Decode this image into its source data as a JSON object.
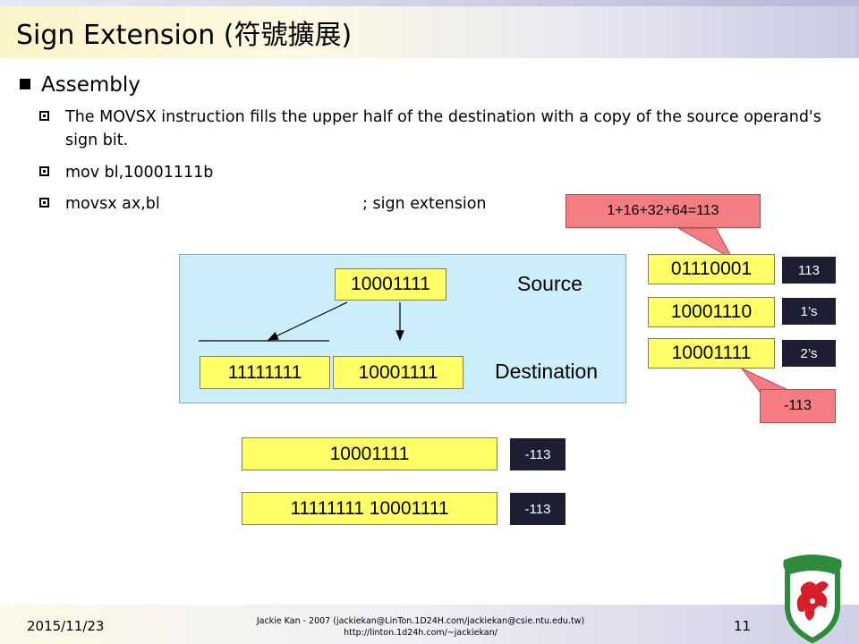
{
  "slide": {
    "title": "Sign Extension (符號擴展)",
    "bullet_main": "Assembly",
    "sub_bullets": [
      "The MOVSX instruction fills the upper half of the destination with a copy of the source operand's sign bit.",
      "mov bl,10001111b",
      "movsx ax,bl"
    ],
    "comment": "; sign extension"
  },
  "diagram": {
    "source_value": "10001111",
    "source_label": "Source",
    "dest_upper": "11111111",
    "dest_lower": "10001111",
    "dest_label": "Destination"
  },
  "complement": {
    "callout_top": "1+16+32+64=113",
    "rows": [
      {
        "value": "01110001",
        "tag": "113"
      },
      {
        "value": "10001110",
        "tag": "1’s"
      },
      {
        "value": "10001111",
        "tag": "2’s"
      }
    ],
    "callout_bottom": "-113"
  },
  "results": [
    {
      "value": "10001111",
      "tag": "-113"
    },
    {
      "value": "11111111 10001111",
      "tag": "-113"
    }
  ],
  "footer": {
    "date": "2015/11/23",
    "credit_line1": "Jackie Kan - 2007 (jackiekan@LinTon.1D24H.com/jackiekan@csie.ntu.edu.tw)",
    "credit_line2": "http://linton.1d24h.com/~jackiekan/",
    "page_number": "11"
  },
  "colors": {
    "yellow_box": "#ffff66",
    "panel_blue": "#cceefa",
    "pink_callout": "#f37d83",
    "dark_tag": "#1e1e32"
  }
}
